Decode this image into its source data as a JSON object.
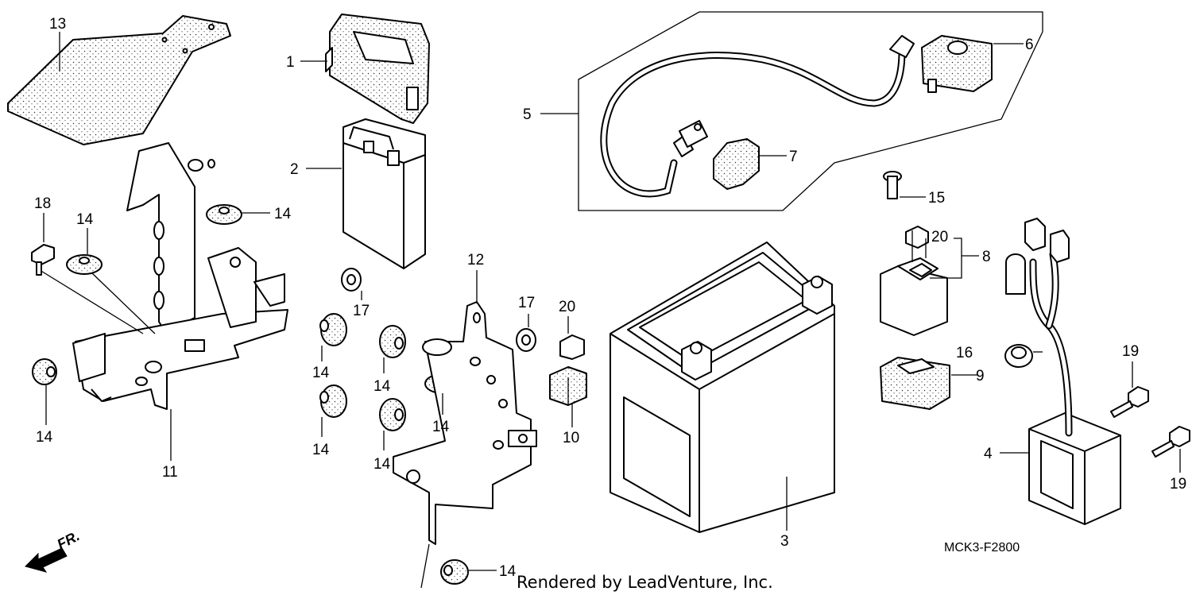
{
  "diagram": {
    "part_code": "MCK3-F2800",
    "credit": "Rendered by LeadVenture, Inc.",
    "direction_marker": "FR.",
    "callouts": [
      {
        "id": "1",
        "text": "1"
      },
      {
        "id": "2",
        "text": "2"
      },
      {
        "id": "3",
        "text": "3"
      },
      {
        "id": "4",
        "text": "4"
      },
      {
        "id": "5",
        "text": "5"
      },
      {
        "id": "6",
        "text": "6"
      },
      {
        "id": "7",
        "text": "7"
      },
      {
        "id": "8",
        "text": "8"
      },
      {
        "id": "9",
        "text": "9"
      },
      {
        "id": "10",
        "text": "10"
      },
      {
        "id": "11",
        "text": "11"
      },
      {
        "id": "12",
        "text": "12"
      },
      {
        "id": "13",
        "text": "13"
      },
      {
        "id": "14a",
        "text": "14"
      },
      {
        "id": "14b",
        "text": "14"
      },
      {
        "id": "14c",
        "text": "14"
      },
      {
        "id": "14d",
        "text": "14"
      },
      {
        "id": "14e",
        "text": "14"
      },
      {
        "id": "14f",
        "text": "14"
      },
      {
        "id": "14g",
        "text": "14"
      },
      {
        "id": "14h",
        "text": "14"
      },
      {
        "id": "14i",
        "text": "14"
      },
      {
        "id": "15",
        "text": "15"
      },
      {
        "id": "16",
        "text": "16"
      },
      {
        "id": "17a",
        "text": "17"
      },
      {
        "id": "17b",
        "text": "17"
      },
      {
        "id": "18",
        "text": "18"
      },
      {
        "id": "19a",
        "text": "19"
      },
      {
        "id": "19b",
        "text": "19"
      },
      {
        "id": "20a",
        "text": "20"
      },
      {
        "id": "20b",
        "text": "20"
      }
    ]
  }
}
